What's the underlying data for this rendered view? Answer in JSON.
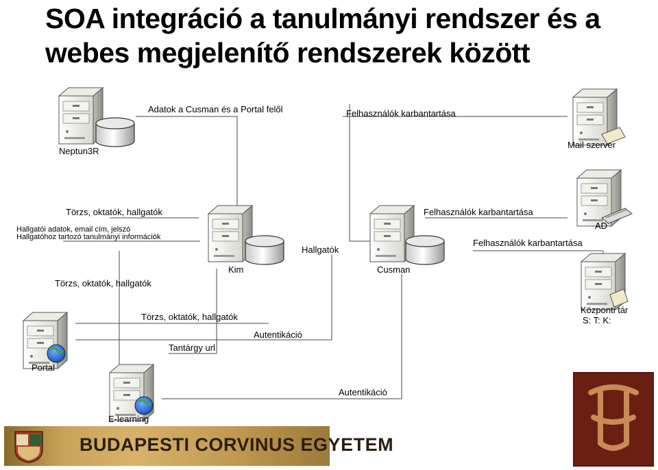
{
  "title": {
    "line1": "SOA integráció a tanulmányi rendszer és a",
    "line2": "webes megjelenítő rendszerek között"
  },
  "nodes": {
    "neptun": "Neptun3R",
    "mail": "Mail szerver",
    "kim": "Kim",
    "cusman": "Cusman",
    "ad": "AD",
    "kozponti_line1": "Központi tár",
    "kozponti_line2": "S: T: K:",
    "portal": "Portal",
    "elearning": "E-learning"
  },
  "edges": {
    "adatok_cusman_portal": "Adatok a Cusman és a Portal felől",
    "felhasznalok_karb_top": "Felhasználók karbantartása",
    "torzs_neptun_kim": "Törzs, oktatók, hallgatók",
    "hallgatoi_adatok": "Hallgatói adatok, email cím, jelszó",
    "hallgatohoz_tartozo": "Hallgatóhoz tartozó tanulmányi információk",
    "hallgatok": "Hallgatók",
    "felhasznalok_karb_mid": "Felhasználók karbantartása",
    "felhasznalok_karb_ad": "Felhasználók karbantartása",
    "torzs_left": "Törzs, oktatók, hallgatók",
    "torzs_portal": "Törzs, oktatók, hallgatók",
    "autentikacio_portal": "Autentikáció",
    "tantargy_url": "Tantárgy url",
    "autentikacio_elearning": "Autentikáció"
  },
  "footer": {
    "university": "BUDAPESTI CORVINUS EGYETEM"
  }
}
